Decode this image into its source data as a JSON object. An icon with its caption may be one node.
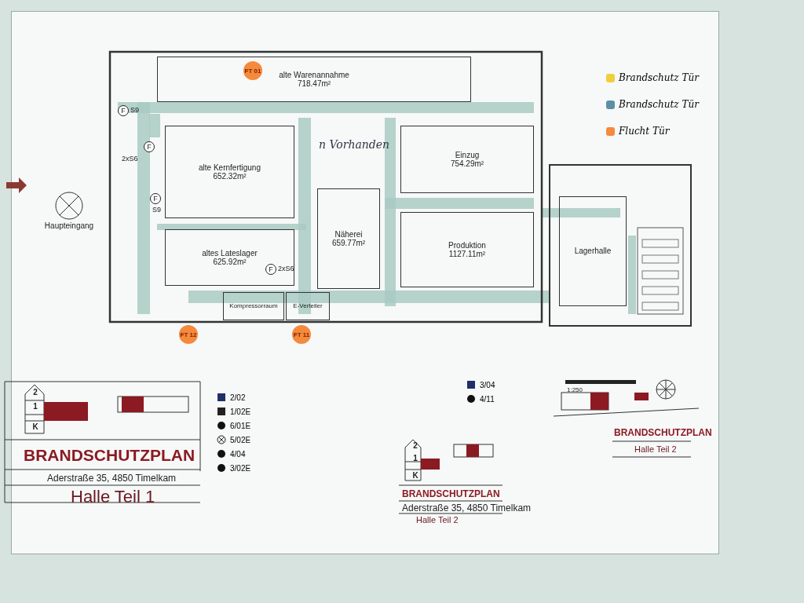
{
  "diagram": {
    "nodes": [
      {
        "text": [
          "Haupteingang"
        ]
      },
      {
        "text": [
          "alte Warenannahme",
          "718.47m²"
        ]
      },
      {
        "text": [
          "alte Kernfertigung",
          "652.32m²"
        ]
      },
      {
        "text": [
          "altes Lateslager",
          "625.92m²"
        ]
      },
      {
        "text": [
          "Näherei",
          "659.77m²"
        ]
      },
      {
        "text": [
          "Einzug",
          "754.29m²"
        ]
      },
      {
        "text": [
          "Produktion",
          "1127.11m²"
        ]
      },
      {
        "text": [
          "Kompressorraum"
        ]
      },
      {
        "text": [
          "E-Verteiler"
        ]
      },
      {
        "text": [
          "Lagerhalle"
        ]
      }
    ],
    "labels": [
      "FT 01",
      "FT 12",
      "FT 11",
      "F",
      "S9",
      "F",
      "2xS6",
      "F",
      "S9",
      "F",
      "2xS6",
      "n Vorhanden",
      "2",
      "1",
      "K",
      "BRANDSCHUTZPLAN",
      "Aderstraße 35, 4850 Timelkam",
      "Halle Teil 1",
      "2",
      "1",
      "K",
      "BRANDSCHUTZPLAN",
      "Aderstraße 35, 4850 Timelkam",
      "Halle Teil 2",
      "1:250",
      "BRANDSCHUTZPLAN",
      "Halle Teil 2"
    ],
    "legend": [
      {
        "text": "Brandschutz Tür",
        "color": "#f0cf3c"
      },
      {
        "text": "Brandschutz Tür",
        "color": "#5b8fa6"
      },
      {
        "text": "Flucht Tür",
        "color": "#f58a3c"
      },
      {
        "text": "2/02"
      },
      {
        "text": "1/02E"
      },
      {
        "text": "6/01E"
      },
      {
        "text": "5/02E"
      },
      {
        "text": "4/04"
      },
      {
        "text": "3/02E"
      },
      {
        "text": "3/04"
      },
      {
        "text": "4/11"
      }
    ]
  }
}
